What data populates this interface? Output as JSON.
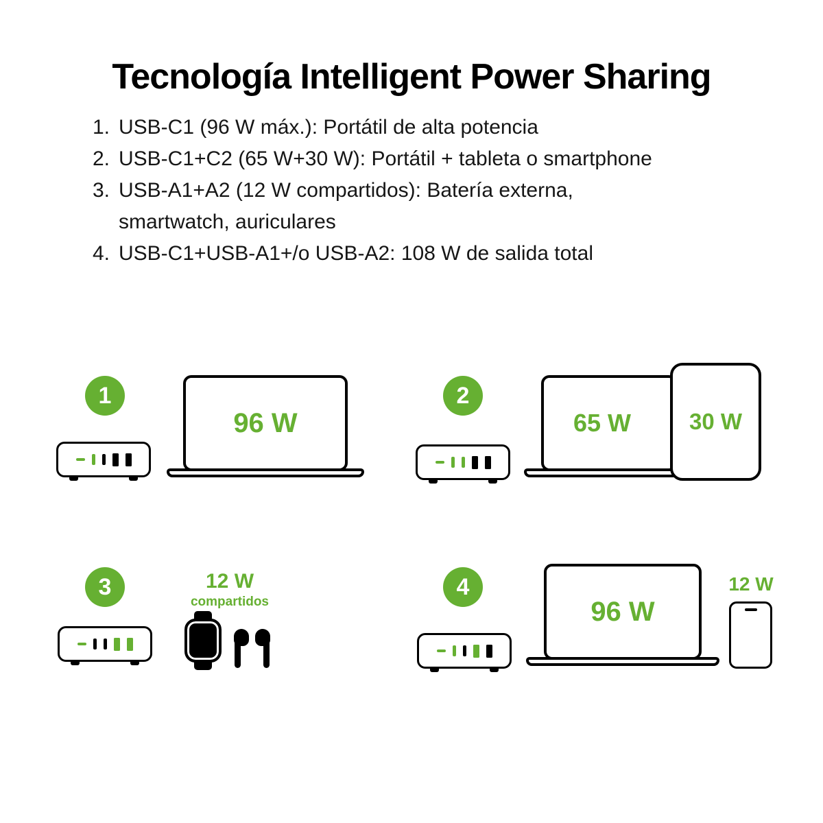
{
  "title": "Tecnología Intelligent Power Sharing",
  "colors": {
    "accent_green": "#66b032",
    "ink": "#000000"
  },
  "list": {
    "items": [
      {
        "num": "1.",
        "line1": "USB-C1 (96 W máx.): Portátil de alta potencia"
      },
      {
        "num": "2.",
        "line1": "USB-C1+C2 (65 W+30 W): Portátil + tableta o smartphone"
      },
      {
        "num": "3.",
        "line1": "USB-A1+A2 (12 W compartidos): Batería externa,",
        "line2": "smartwatch, auriculares"
      },
      {
        "num": "4.",
        "line1": "USB-C1+USB-A1+/o USB-A2: 108 W de salida total"
      }
    ]
  },
  "scenarios": {
    "s1": {
      "badge": "1",
      "laptop_power": "96 W",
      "ports": {
        "led": true,
        "c1": true,
        "c2": false,
        "a1": false,
        "a2": false
      }
    },
    "s2": {
      "badge": "2",
      "laptop_power": "65 W",
      "tablet_power": "30 W",
      "ports": {
        "led": true,
        "c1": true,
        "c2": true,
        "a1": false,
        "a2": false
      }
    },
    "s3": {
      "badge": "3",
      "shared_power": "12 W",
      "shared_label": "compartidos",
      "ports": {
        "led": true,
        "c1": false,
        "c2": false,
        "a1": true,
        "a2": true
      }
    },
    "s4": {
      "badge": "4",
      "laptop_power": "96 W",
      "phone_power": "12 W",
      "ports": {
        "led": true,
        "c1": true,
        "c2": false,
        "a1": true,
        "a2": false
      }
    }
  }
}
